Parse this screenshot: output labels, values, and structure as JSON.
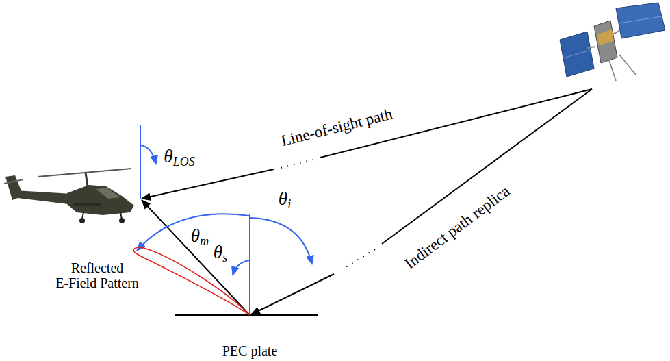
{
  "diagram": {
    "labels": [
      "Line-of-sight path",
      "θLOS",
      "θm",
      "θi",
      "Indirect path replica",
      "θs",
      "Reflected E-Field Pattern",
      "PEC plate"
    ]
  }
}
